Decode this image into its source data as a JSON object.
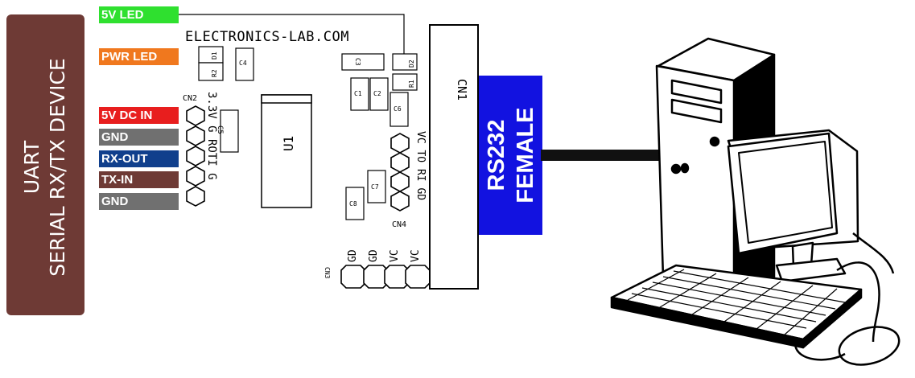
{
  "device_box": {
    "line1": "UART",
    "line2": "SERIAL RX/TX DEVICE"
  },
  "pcb": {
    "title": "ELECTRONICS-LAB.COM",
    "leds": {
      "led_5v": "5V LED",
      "pwr": "PWR LED"
    },
    "pins": [
      {
        "label": "5V DC IN",
        "color": "#e81e1e"
      },
      {
        "label": "GND",
        "color": "#707070"
      },
      {
        "label": "RX-OUT",
        "color": "#103f8c"
      },
      {
        "label": "TX-IN",
        "color": "#6e3a35"
      },
      {
        "label": "GND",
        "color": "#707070"
      }
    ],
    "led_colors": {
      "led_5v": "#2fe02f",
      "pwr": "#f0781e"
    },
    "components": {
      "cn1": "CN1",
      "cn2": "CN2",
      "cn3": "CN3",
      "cn4": "CN4",
      "u1": "U1",
      "c1": "C1",
      "c2": "C2",
      "c3": "C3",
      "c4": "C4",
      "c5": "C5",
      "c6": "C6",
      "c7": "C7",
      "c8": "C8",
      "d1": "D1",
      "d2": "D2",
      "r1": "R1",
      "r2": "R2"
    },
    "cn2_pins": "3.3V G ROTI G",
    "cn4_pins": "VC TO RI GD",
    "cn3_pins": [
      "GD",
      "GD",
      "VC",
      "VC"
    ]
  },
  "connector": {
    "line1": "RS232",
    "line2": "FEMALE",
    "color": "#1212e0"
  },
  "icons": {
    "computer": "desktop-computer-icon"
  }
}
